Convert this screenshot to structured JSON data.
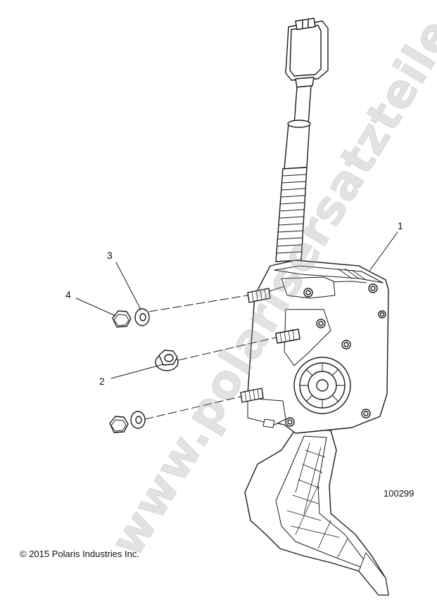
{
  "callouts": {
    "c1": "1",
    "c2": "2",
    "c3": "3",
    "c4": "4"
  },
  "figure_number": "100299",
  "copyright": "© 2015 Polaris Industries Inc.",
  "watermark": "www.polarisersatzteile.de",
  "colors": {
    "line": "#1a1a1a",
    "watermark": "#a0a0a0"
  }
}
